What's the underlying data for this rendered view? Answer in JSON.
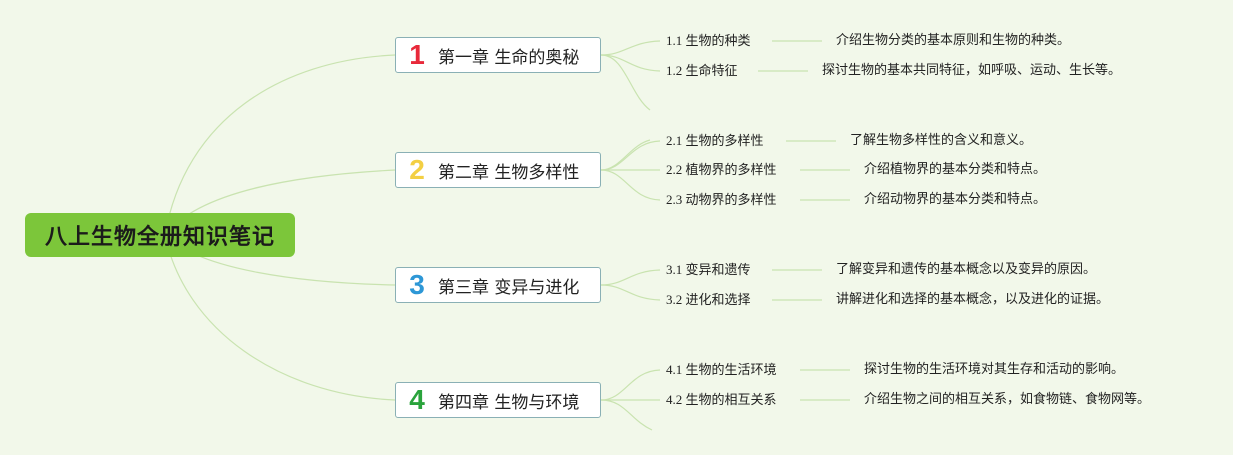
{
  "root": {
    "title": "八上生物全册知识笔记"
  },
  "colors": {
    "background": "#f2f8ea",
    "root_fill": "#7cc63a",
    "connector": "#c9e3b0",
    "num1": "#e8293a",
    "num2": "#f3cf43",
    "num3": "#2d97d6",
    "num4": "#2aa33c"
  },
  "chapters": [
    {
      "num": "1",
      "title": "第一章 生命的奥秘",
      "sections": [
        {
          "label": "1.1 生物的种类",
          "desc": "介绍生物分类的基本原则和生物的种类。"
        },
        {
          "label": "1.2 生命特征",
          "desc": "探讨生物的基本共同特征，如呼吸、运动、生长等。"
        }
      ]
    },
    {
      "num": "2",
      "title": "第二章 生物多样性",
      "sections": [
        {
          "label": "2.1 生物的多样性",
          "desc": "了解生物多样性的含义和意义。"
        },
        {
          "label": "2.2 植物界的多样性",
          "desc": "介绍植物界的基本分类和特点。"
        },
        {
          "label": "2.3 动物界的多样性",
          "desc": "介绍动物界的基本分类和特点。"
        }
      ]
    },
    {
      "num": "3",
      "title": "第三章 变异与进化",
      "sections": [
        {
          "label": "3.1 变异和遗传",
          "desc": "了解变异和遗传的基本概念以及变异的原因。"
        },
        {
          "label": "3.2 进化和选择",
          "desc": "讲解进化和选择的基本概念，以及进化的证据。"
        }
      ]
    },
    {
      "num": "4",
      "title": "第四章 生物与环境",
      "sections": [
        {
          "label": "4.1 生物的生活环境",
          "desc": "探讨生物的生活环境对其生存和活动的影响。"
        },
        {
          "label": "4.2 生物的相互关系",
          "desc": "介绍生物之间的相互关系，如食物链、食物网等。"
        }
      ]
    }
  ]
}
